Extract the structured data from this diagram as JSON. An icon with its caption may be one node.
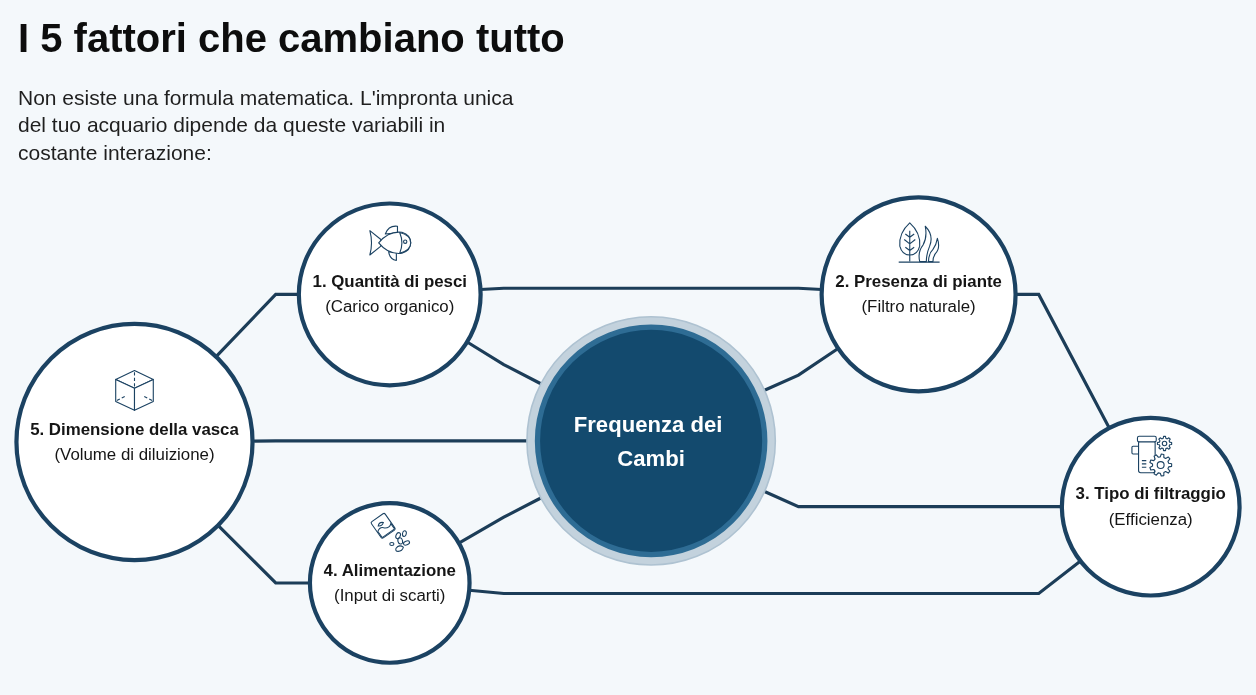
{
  "diagram": {
    "title": "I 5 fattori che cambiano tutto",
    "nodes": [
      {
        "text": [
          "Frequenza dei Cambi"
        ]
      },
      {
        "text": [
          "1. Quantità di pesci",
          "(Carico organico)"
        ]
      },
      {
        "text": [
          "2. Presenza di piante",
          "(Filtro naturale)"
        ]
      },
      {
        "text": [
          "3. Tipo di filtraggio",
          "(Efficienza)"
        ]
      },
      {
        "text": [
          "4. Alimentazione",
          "(Input di scarti)"
        ]
      },
      {
        "text": [
          "5. Dimensione della vasca",
          "(Volume di diluizione)"
        ]
      }
    ],
    "edges": [
      {
        "from": 5,
        "to": 1,
        "arrow": "none"
      },
      {
        "from": 5,
        "to": 0,
        "arrow": "none"
      },
      {
        "from": 5,
        "to": 4,
        "arrow": "none"
      },
      {
        "from": 1,
        "to": 2,
        "arrow": "none"
      },
      {
        "from": 1,
        "to": 0,
        "arrow": "none"
      },
      {
        "from": 4,
        "to": 0,
        "arrow": "none"
      },
      {
        "from": 4,
        "to": 3,
        "arrow": "none"
      },
      {
        "from": 0,
        "to": 2,
        "arrow": "none"
      },
      {
        "from": 0,
        "to": 3,
        "arrow": "none"
      },
      {
        "from": 2,
        "to": 3,
        "arrow": "none"
      }
    ],
    "labels": [
      "Non esiste una formula matematica. L'impronta unica del tuo acquario dipende da queste variabili in costante interazione:"
    ]
  }
}
